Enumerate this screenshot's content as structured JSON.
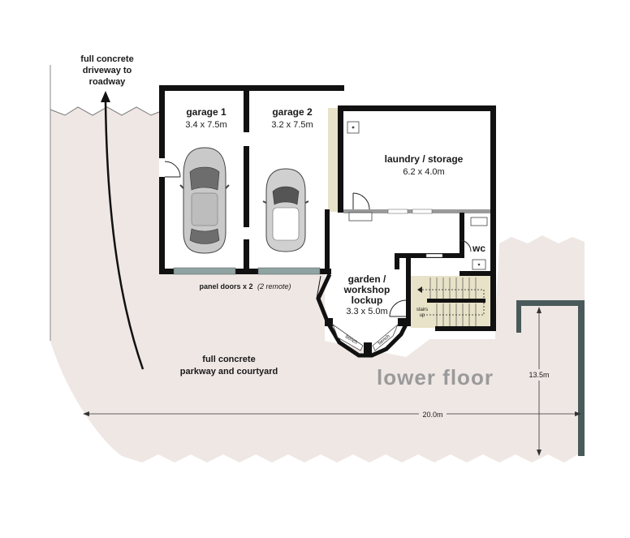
{
  "floor_title": "lower floor",
  "driveway": {
    "line1": "full concrete",
    "line2": "driveway to",
    "line3": "roadway"
  },
  "parkway": {
    "line1": "full concrete",
    "line2": "parkway and courtyard"
  },
  "garage1": {
    "name": "garage 1",
    "size": "3.4 x 7.5m"
  },
  "garage2": {
    "name": "garage 2",
    "size": "3.2 x 7.5m"
  },
  "laundry": {
    "name": "laundry / storage",
    "size": "6.2 x 4.0m"
  },
  "workshop": {
    "line1": "garden /",
    "line2": "workshop",
    "line3": "lockup",
    "size": "3.3 x 5.0m"
  },
  "wc": {
    "name": "wc"
  },
  "panel_doors": {
    "main": "panel doors x 2",
    "note": "(2 remote)"
  },
  "stairs_label": {
    "line1": "stairs",
    "line2": "up"
  },
  "bench_left": "bench",
  "bench_right": "bench",
  "dim_width": "20.0m",
  "dim_depth": "13.5m",
  "colors": {
    "ground": "#efe7e4",
    "wall": "#111111",
    "stair_fill": "#e8e2c8",
    "door_panel": "#8fa3a3",
    "title_grey": "#9a9a9a"
  }
}
